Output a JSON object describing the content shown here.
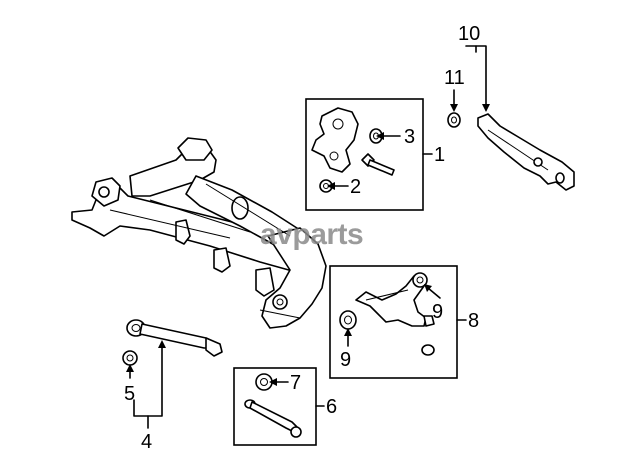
{
  "watermark": "avparts",
  "callouts": {
    "c1": "1",
    "c2": "2",
    "c3": "3",
    "c4": "4",
    "c5": "5",
    "c6": "6",
    "c7": "7",
    "c8": "8",
    "c9a": "9",
    "c9b": "9",
    "c10": "10",
    "c11": "11"
  }
}
